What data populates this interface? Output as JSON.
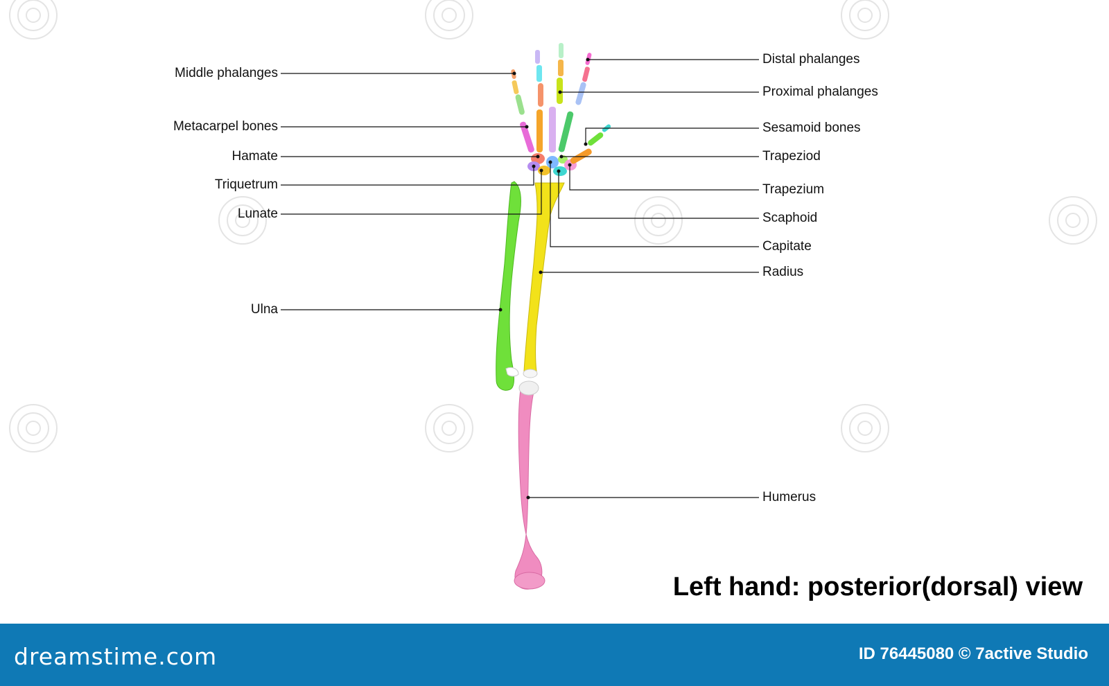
{
  "diagram": {
    "title": "Left hand: posterior(dorsal) view",
    "labels_left": {
      "middle_phalanges": "Middle phalanges",
      "metacarpal_bones": "Metacarpel bones",
      "hamate": "Hamate",
      "triquetrum": "Triquetrum",
      "lunate": "Lunate",
      "ulna": "Ulna"
    },
    "labels_right": {
      "distal_phalanges": "Distal phalanges",
      "proximal_phalanges": "Proximal phalanges",
      "sesamoid_bones": "Sesamoid bones",
      "trapezoid": "Trapeziod",
      "trapezium": "Trapezium",
      "scaphoid": "Scaphoid",
      "capitate": "Capitate",
      "radius": "Radius",
      "humerus": "Humerus"
    }
  },
  "footer": {
    "brand": "dreamstime.com",
    "credit": "ID 76445080 © 7active Studio"
  },
  "colors": {
    "humerus": "#f08cc0",
    "radius": "#f2e21a",
    "ulna": "#6fe03a",
    "footer": "#0f79b5"
  }
}
